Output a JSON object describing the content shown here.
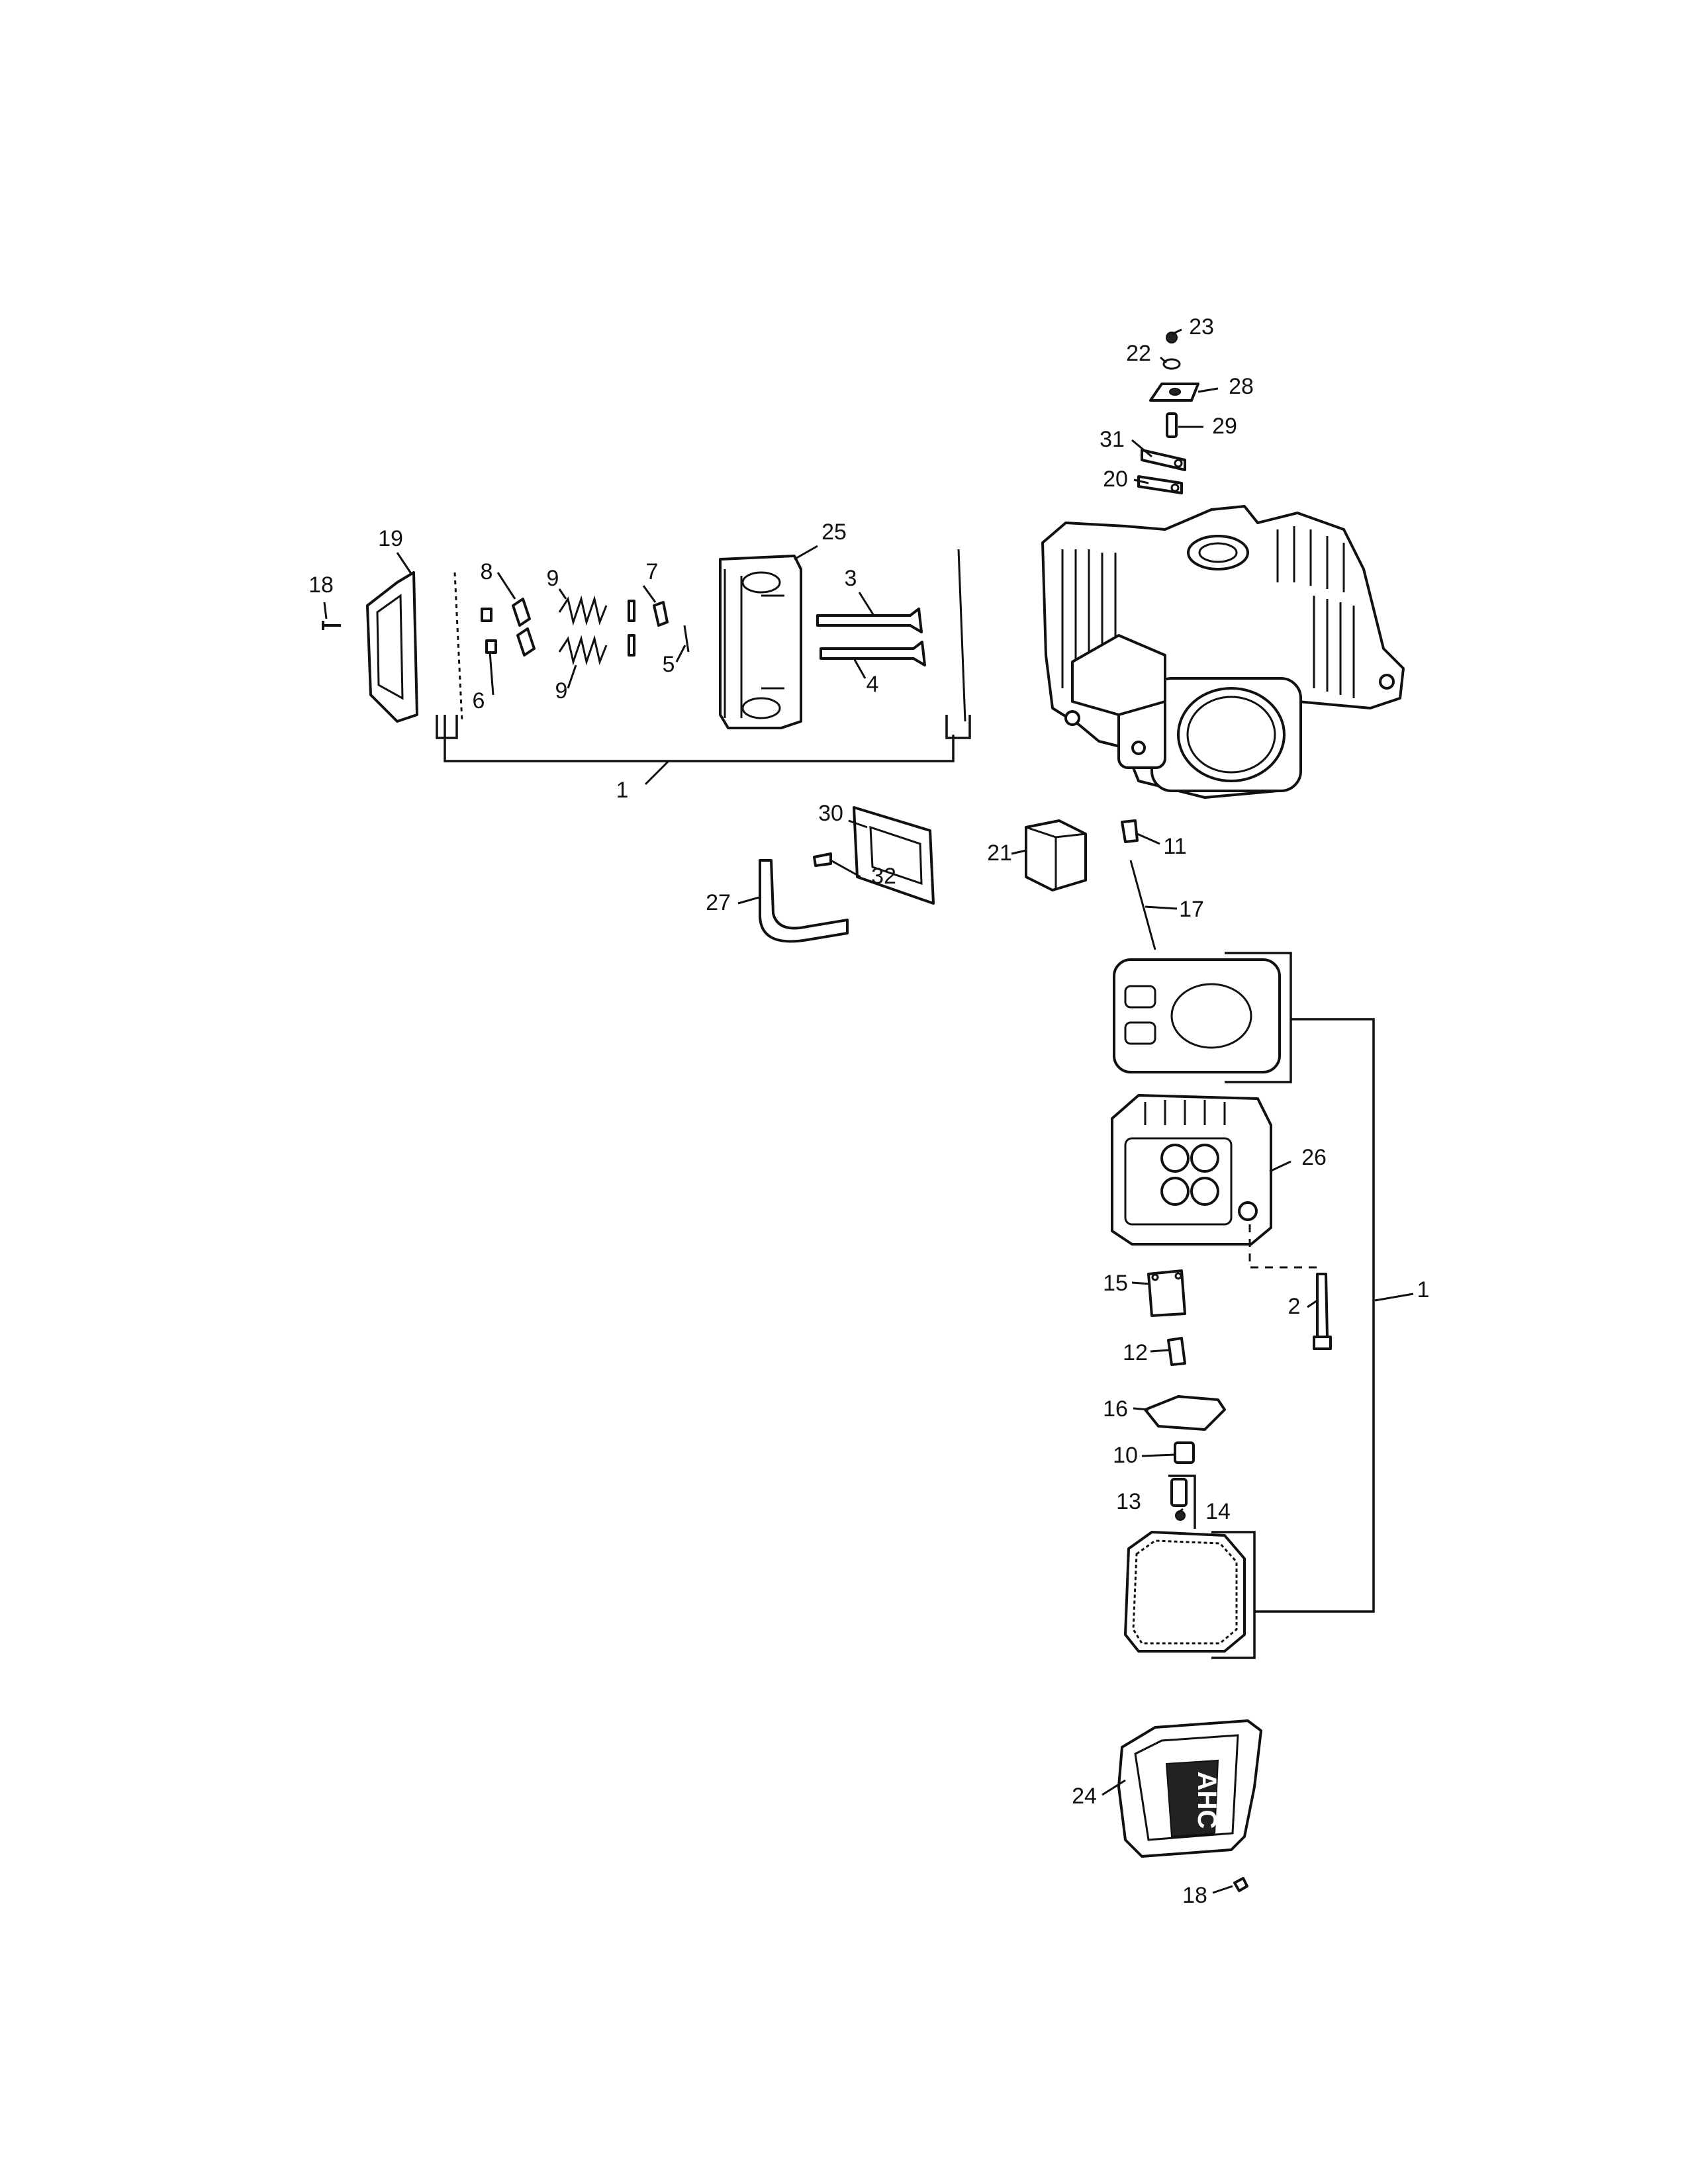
{
  "callouts": [
    {
      "label": "1"
    },
    {
      "label": "1"
    },
    {
      "label": "2"
    },
    {
      "label": "3"
    },
    {
      "label": "4"
    },
    {
      "label": "5"
    },
    {
      "label": "6"
    },
    {
      "label": "7"
    },
    {
      "label": "8"
    },
    {
      "label": "9"
    },
    {
      "label": "9"
    },
    {
      "label": "10"
    },
    {
      "label": "11"
    },
    {
      "label": "12"
    },
    {
      "label": "13"
    },
    {
      "label": "14"
    },
    {
      "label": "15"
    },
    {
      "label": "16"
    },
    {
      "label": "17"
    },
    {
      "label": "18"
    },
    {
      "label": "18"
    },
    {
      "label": "19"
    },
    {
      "label": "20"
    },
    {
      "label": "21"
    },
    {
      "label": "22"
    },
    {
      "label": "23"
    },
    {
      "label": "24"
    },
    {
      "label": "25"
    },
    {
      "label": "26"
    },
    {
      "label": "27"
    },
    {
      "label": "28"
    },
    {
      "label": "29"
    },
    {
      "label": "30"
    },
    {
      "label": "31"
    },
    {
      "label": "32"
    }
  ],
  "valve_cover_lettering": "AHC"
}
